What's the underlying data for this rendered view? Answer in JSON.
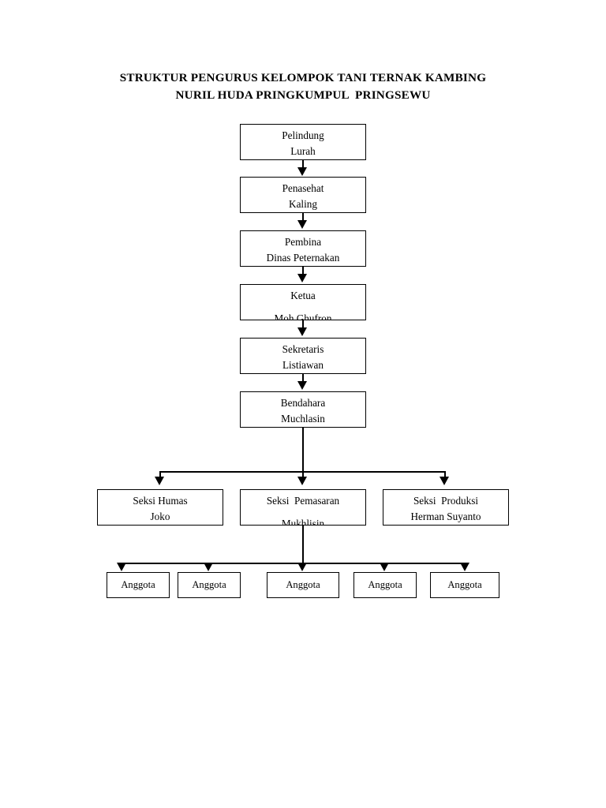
{
  "document": {
    "title_lines": [
      "STRUKTUR PENGURUS KELOMPOK TANI TERNAK KAMBING",
      "NURIL HUDA PRINGKUMPUL  PRINGSEWU"
    ]
  },
  "chart_data": {
    "type": "diagram",
    "diagram_type": "organizational-chart",
    "orientation": "top-down",
    "title": "STRUKTUR PENGURUS KELOMPOK TANI TERNAK KAMBING NURIL HUDA PRINGKUMPUL  PRINGSEWU",
    "connector_style": "solid-line-with-filled-arrowhead",
    "colors": {
      "background": "#ffffff",
      "line": "#000000",
      "text": "#000000",
      "box_fill": "#ffffff"
    },
    "levels": [
      {
        "level": 1,
        "nodes": [
          "pelindung"
        ]
      },
      {
        "level": 2,
        "nodes": [
          "penasehat"
        ]
      },
      {
        "level": 3,
        "nodes": [
          "pembina"
        ]
      },
      {
        "level": 4,
        "nodes": [
          "ketua"
        ]
      },
      {
        "level": 5,
        "nodes": [
          "sekretaris"
        ]
      },
      {
        "level": 6,
        "nodes": [
          "bendahara"
        ]
      },
      {
        "level": 7,
        "nodes": [
          "seksi_humas",
          "seksi_pemasaran",
          "seksi_produksi"
        ]
      },
      {
        "level": 8,
        "nodes": [
          "anggota_1",
          "anggota_2",
          "anggota_3",
          "anggota_4",
          "anggota_5"
        ]
      }
    ],
    "edges": [
      {
        "from": "pelindung",
        "to": "penasehat"
      },
      {
        "from": "penasehat",
        "to": "pembina"
      },
      {
        "from": "pembina",
        "to": "ketua"
      },
      {
        "from": "ketua",
        "to": "sekretaris"
      },
      {
        "from": "sekretaris",
        "to": "bendahara"
      },
      {
        "from": "bendahara",
        "to": "seksi_humas"
      },
      {
        "from": "bendahara",
        "to": "seksi_pemasaran"
      },
      {
        "from": "bendahara",
        "to": "seksi_produksi"
      },
      {
        "from": "seksi_pemasaran",
        "to": "anggota_1"
      },
      {
        "from": "seksi_pemasaran",
        "to": "anggota_2"
      },
      {
        "from": "seksi_pemasaran",
        "to": "anggota_3"
      },
      {
        "from": "seksi_pemasaran",
        "to": "anggota_4"
      },
      {
        "from": "seksi_pemasaran",
        "to": "anggota_5"
      }
    ]
  },
  "nodes": {
    "pelindung": {
      "role": "Pelindung",
      "name": "Lurah"
    },
    "penasehat": {
      "role": "Penasehat",
      "name": "Kaling"
    },
    "pembina": {
      "role": "Pembina",
      "name": "Dinas Peternakan"
    },
    "ketua": {
      "role": "Ketua",
      "name": "Moh Ghufron"
    },
    "sekretaris": {
      "role": "Sekretaris",
      "name": "Listiawan"
    },
    "bendahara": {
      "role": "Bendahara",
      "name": "Muchlasin"
    },
    "seksi_humas": {
      "role": "Seksi Humas",
      "name": "Joko"
    },
    "seksi_pemasaran": {
      "role": "Seksi  Pemasaran",
      "name": "Mukhlisin"
    },
    "seksi_produksi": {
      "role": "Seksi  Produksi",
      "name": "Herman Suyanto"
    },
    "anggota_1": {
      "role": "Anggota"
    },
    "anggota_2": {
      "role": "Anggota"
    },
    "anggota_3": {
      "role": "Anggota"
    },
    "anggota_4": {
      "role": "Anggota"
    },
    "anggota_5": {
      "role": "Anggota"
    }
  }
}
